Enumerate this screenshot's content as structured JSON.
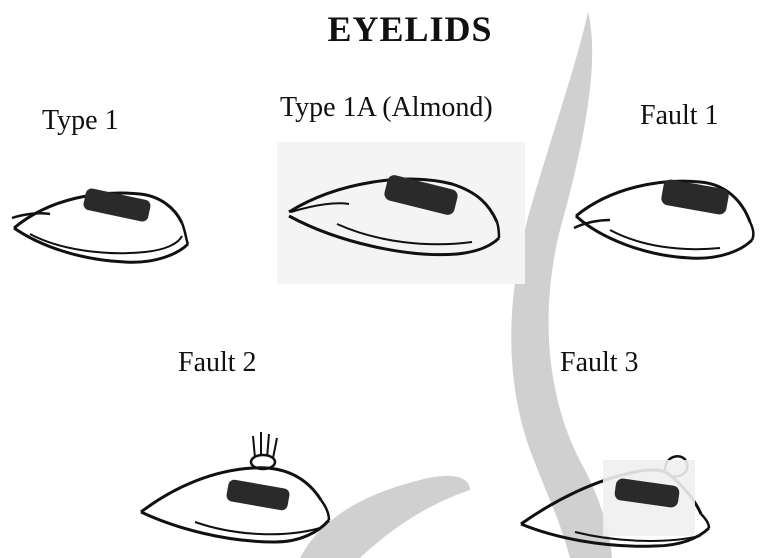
{
  "title": "EYELIDS",
  "eyes": [
    {
      "id": "type1",
      "label": "Type 1"
    },
    {
      "id": "type1a",
      "label": "Type 1A (Almond)"
    },
    {
      "id": "fault1",
      "label": "Fault 1"
    },
    {
      "id": "fault2",
      "label": "Fault 2"
    },
    {
      "id": "fault3",
      "label": "Fault 3"
    }
  ],
  "colors": {
    "background": "#ffffff",
    "ink": "#111111",
    "pupil": "#2a2a2a",
    "watermark": "#c8c8c8",
    "inset_panel": "#f4f4f4"
  }
}
